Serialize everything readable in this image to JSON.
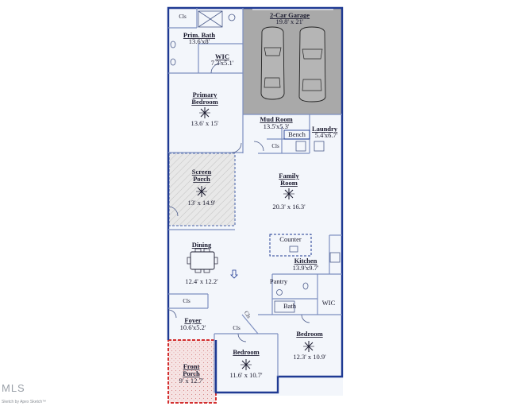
{
  "rooms": {
    "garage": {
      "name": "2-Car Garage",
      "dims": "19.8' x 21'"
    },
    "closet_bath": {
      "name": "Cls"
    },
    "prim_bath": {
      "name": "Prim. Bath",
      "dims": "13.6'x8'"
    },
    "wic_primary": {
      "name": "WIC",
      "dims": "7.3'x5.1'"
    },
    "primary_bedroom": {
      "name": "Primary Bedroom",
      "name_line1": "Primary",
      "name_line2": "Bedroom",
      "dims": "13.6' x 15'"
    },
    "mud_room": {
      "name": "Mud Room",
      "dims": "13.5'x5.3'"
    },
    "laundry": {
      "name": "Laundry",
      "dims": "5.4'x6.7'"
    },
    "bench": {
      "name": "Bench"
    },
    "closet_mud": {
      "name": "Cls"
    },
    "screen_porch": {
      "name": "Screen Porch",
      "name_line1": "Screen",
      "name_line2": "Porch",
      "dims": "13' x 14.9'"
    },
    "family_room": {
      "name": "Family Room",
      "name_line1": "Family",
      "name_line2": "Room",
      "dims": "20.3' x 16.3'"
    },
    "counter": {
      "name": "Counter"
    },
    "kitchen": {
      "name": "Kitchen",
      "dims": "13.9'x9.7'"
    },
    "dining": {
      "name": "Dining",
      "dims": "12.4' x 12.2'"
    },
    "pantry": {
      "name": "Pantry"
    },
    "bath": {
      "name": "Bath"
    },
    "wic": {
      "name": "WIC"
    },
    "closet_foyer": {
      "name": "Cls"
    },
    "foyer": {
      "name": "Foyer",
      "dims": "10.6'x5.2'"
    },
    "closet_hall": {
      "name": "Cls"
    },
    "closet_bed": {
      "name": "Cls"
    },
    "bedroom_left": {
      "name": "Bedroom",
      "dims": "11.6' x 10.7'"
    },
    "bedroom_right": {
      "name": "Bedroom",
      "dims": "12.3' x 10.9'"
    },
    "front_porch": {
      "name": "Front Porch",
      "name_line1": "Front",
      "name_line2": "Porch",
      "dims": "9' x 12.7'"
    }
  },
  "watermark": "MLS",
  "credit": "Sketch by Apex Sketch™",
  "colors": {
    "wall": "#1f3a93",
    "garage_fill": "#a9a9a9",
    "screen_porch_fill": "#e4e4e4",
    "front_porch_border": "#d32f2f",
    "front_porch_fill": "#f3d6d6"
  }
}
